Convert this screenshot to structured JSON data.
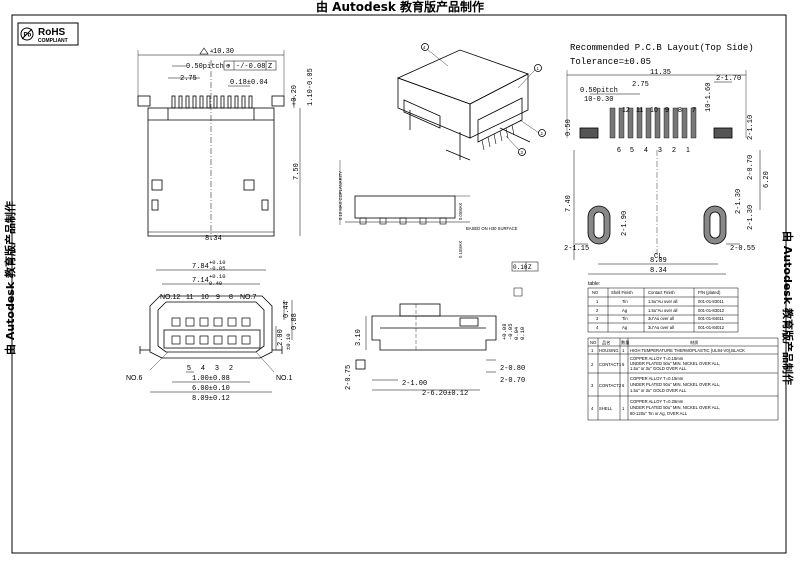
{
  "banner": {
    "text": "由 Autodesk 教育版产品制作"
  },
  "rohs": {
    "title": "RoHS",
    "subtitle": "COMPLIANT"
  },
  "top_view": {
    "overall_width": "10.30",
    "pitch": "0.50pitch",
    "gdt": [
      "⊕",
      "-/-0.08",
      "Z"
    ],
    "span_a": "2.75",
    "pin_width": "0.18±0.04",
    "pin_height_a": "+0.20",
    "pin_height_b": "1.10-0.05",
    "body_length": "7.50",
    "body_width": "8.34",
    "corner_note": "4"
  },
  "front_view": {
    "w1": "7.84+0.10 -0.05",
    "w1_top": "+0.10",
    "w1_bot": "-0.05",
    "w1_base": "7.84",
    "w2_base": "7.14",
    "w2_top": "+0.10",
    "w2_bot": "0.40",
    "pins_top": [
      "NO.12",
      "11",
      "10",
      "9",
      "8",
      "NO.7"
    ],
    "pins_bottom": [
      "5",
      "4",
      "3",
      "2"
    ],
    "no6": "NO.6",
    "no1": "NO.1",
    "dim_100": "1.00±0.08",
    "dim_600": "6.00±0.10",
    "dim_809": "8.09±0.12",
    "dim_044": "0.44",
    "dim_088": "0.88",
    "dim_200": "2.00",
    "dim_200_tol": "±0.10"
  },
  "side_view": {
    "note_a": "0.10 MAX COPLANARITY",
    "note_b": "0.05MAX",
    "note_c": "0.10MAX",
    "note_d": "BASED ON H30 SURFACE"
  },
  "section_view": {
    "flat": [
      "0.10",
      "Z"
    ],
    "d_010": "0.10",
    "d_310": "3.10",
    "d_075": "2-0.75",
    "d_100": "2-1.00",
    "d_620": "2-6.20±0.12",
    "d_080": "2-0.80",
    "d_070": "2-0.70",
    "d_008": "+0.08",
    "d_005": "-0.05",
    "d_004": "0.04",
    "d_0: ": ""
  },
  "iso_view": {
    "callouts": [
      "4",
      "1",
      "2",
      "3"
    ]
  },
  "pcb_layout": {
    "title": "Recommended P.C.B Layout(Top Side)",
    "tolerance": "Tolerance=±0.05",
    "w_1135": "11.35",
    "w_170": "2-1.70",
    "w_275": "2.75",
    "pitch": "0.50pitch",
    "pad_w": "10-0.30",
    "pad_h": "10-1.60",
    "top_pins": [
      "12",
      "11",
      "10",
      "9",
      "8",
      "7"
    ],
    "bottom_pins": [
      "6",
      "5",
      "4",
      "3",
      "2",
      "1"
    ],
    "d_050": "0.50",
    "d_110": "2-1.10",
    "d_070": "2-0.70",
    "d_620": "6.20",
    "d_740": "7.40",
    "d_190": "2-1.90",
    "d_130": "2-1.30",
    "d_115": "2-1.15",
    "d_055": "2-0.55",
    "d_809": "8.09",
    "d_834": "8.34",
    "cl": "CL"
  },
  "finish_table": {
    "title": "table:",
    "headers": [
      "NO",
      "Shell Finish",
      "Contact Finish",
      "P/N (plated)"
    ],
    "rows": [
      [
        "1",
        "Tin",
        "1.5u\"Au over all",
        "001-01-83011"
      ],
      [
        "2",
        "Ag",
        "1.5u\"Au over all",
        "001-01-83012"
      ],
      [
        "3",
        "Tin",
        "3u\"Au over all",
        "001-01-84011"
      ],
      [
        "4",
        "Ag",
        "3u\"Au over all",
        "001-01-84012"
      ]
    ]
  },
  "bom_table": {
    "headers": [
      "NO",
      "品名",
      "数量",
      "材质"
    ],
    "rows": [
      {
        "no": "1",
        "name": "HOUSING",
        "qty": "1",
        "lines": [
          "HIGH TEMPERATURE THERMOPLASTIC (UL94-V0),BLACK"
        ]
      },
      {
        "no": "2",
        "name": "CONTACT1",
        "qty": "6",
        "lines": [
          "COPPER ALLOY T=0.15mm",
          "UNDER PLATED 50u\" MIN. NICKEL OVER ALL,",
          "1.5u\" or 3u\" GOLD OVER ALL"
        ]
      },
      {
        "no": "3",
        "name": "CONTACT2",
        "qty": "6",
        "lines": [
          "COPPER ALLOY T=0.15mm",
          "UNDER PLATED 50u\" MIN. NICKEL OVER ALL,",
          "1.5u\" or 3u\" GOLD OVER ALL"
        ]
      },
      {
        "no": "4",
        "name": "SHELL",
        "qty": "1",
        "lines": [
          "COPPER ALLOY T=0.25mm",
          "UNDER PLATED 50u\" MIN. NICKEL OVER ALL,",
          "80-120u\" Tin or Ag, OVER ALL"
        ]
      }
    ]
  }
}
